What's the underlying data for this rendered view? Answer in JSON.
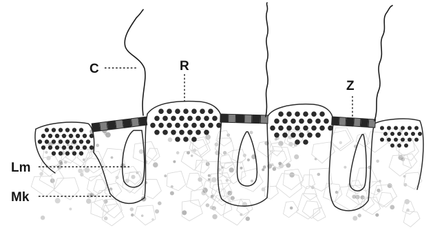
{
  "labels": {
    "c": "C",
    "r": "R",
    "z": "Z",
    "lm": "Lm",
    "mk": "Mk"
  },
  "colors": {
    "ink": "#1a1a1a",
    "dot": "#2b2b2b",
    "cell_dot": "#9a9a9a",
    "cell_line": "#d6d6d6",
    "band_dark": "#262626",
    "band_light": "#7f7f7f"
  }
}
